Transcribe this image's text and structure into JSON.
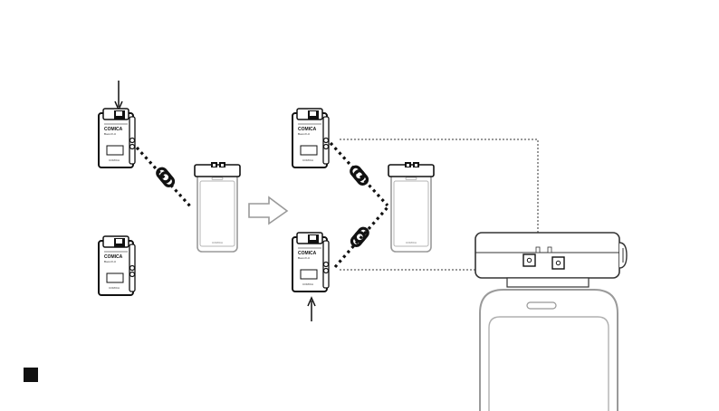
{
  "transmitter": {
    "brand": "COMICA",
    "model": "BoomX-U",
    "label": "COMICA"
  },
  "phone_label": "COMICA",
  "colors": {
    "ink": "#111111",
    "phone_outline": "#9a9a9a",
    "receiver_outline": "#444444",
    "marker": "#111111"
  },
  "icons": [
    "down-arrow-icon",
    "up-arrow-icon",
    "link-chain-icon",
    "hollow-right-arrow-icon",
    "square-marker-icon"
  ]
}
